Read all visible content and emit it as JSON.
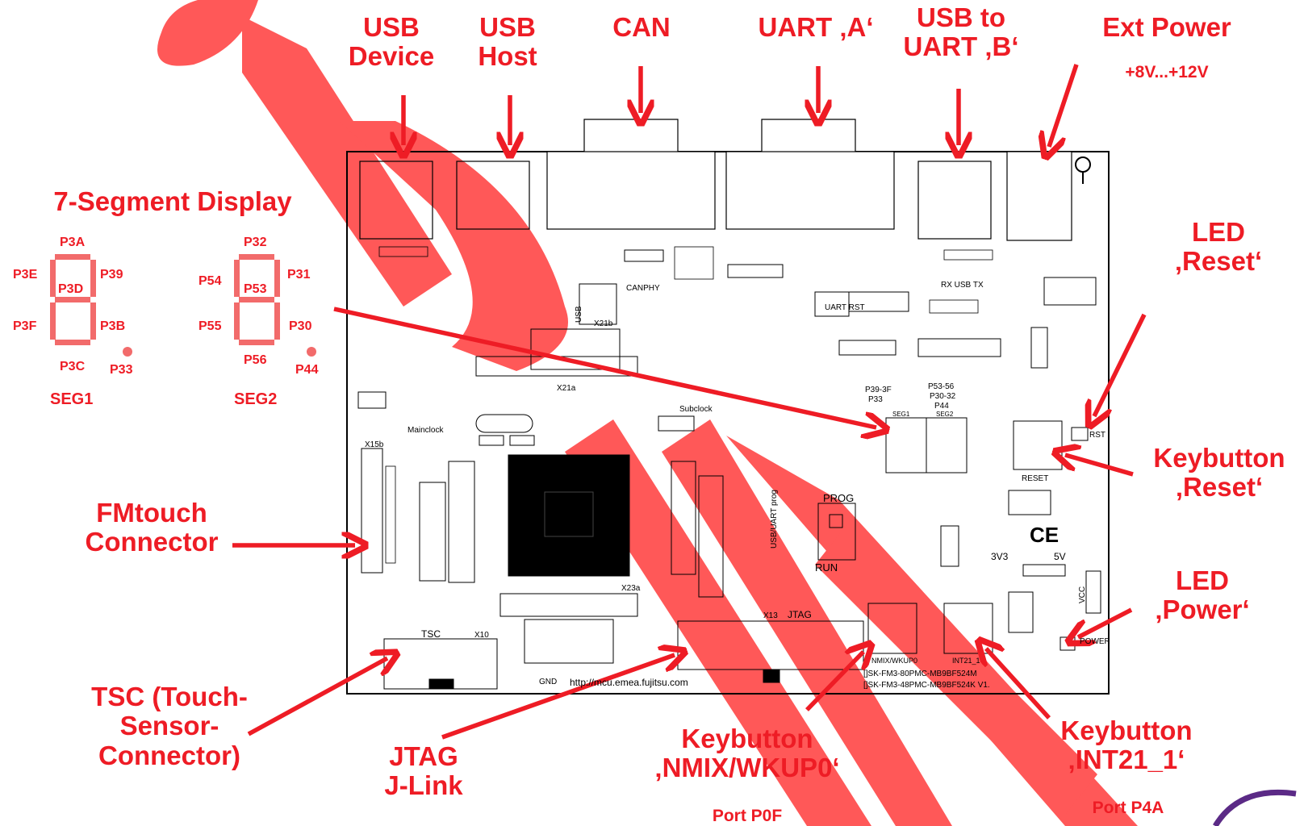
{
  "callouts": {
    "usb_device": [
      "USB",
      "Device"
    ],
    "usb_host": [
      "USB",
      "Host"
    ],
    "can": "CAN",
    "uart_a": "UART ‚A‘",
    "usb_to_uart_b": [
      "USB to",
      "UART ‚B‘"
    ],
    "ext_power": "Ext Power",
    "ext_power_voltage": "+8V...+12V",
    "seven_segment_display": "7-Segment Display",
    "led_reset": [
      "LED",
      "‚Reset‘"
    ],
    "keybutton_reset": [
      "Keybutton",
      "‚Reset‘"
    ],
    "fmtouch_connector": [
      "FMtouch",
      "Connector"
    ],
    "led_power": [
      "LED",
      "‚Power‘"
    ],
    "tsc": [
      "TSC (Touch-",
      "Sensor-",
      "Connector)"
    ],
    "jtag": [
      "JTAG",
      "J-Link"
    ],
    "keybutton_nmix": [
      "Keybutton",
      "‚NMIX/WKUP0‘"
    ],
    "port_p0f": "Port P0F",
    "keybutton_int21": [
      "Keybutton",
      "‚INT21_1‘"
    ],
    "port_p4a": "Port P4A"
  },
  "seg1": {
    "top": "P3A",
    "upper_left": "P3E",
    "upper_right": "P39",
    "middle": "P3D",
    "lower_left": "P3F",
    "lower_right": "P3B",
    "bottom": "P3C",
    "dot": "P33",
    "name": "SEG1"
  },
  "seg2": {
    "top": "P32",
    "upper_left": "P54",
    "upper_right": "P31",
    "middle": "P53",
    "lower_left": "P55",
    "lower_right": "P30",
    "bottom": "P56",
    "dot": "P44",
    "name": "SEG2"
  },
  "board": {
    "silk_usb": "USB",
    "silk_prog": "PROG",
    "silk_run": "RUN",
    "silk_reset": "RESET",
    "silk_jtag": "JTAG",
    "silk_tsc": "TSC",
    "silk_power": "POWER",
    "silk_rst": "RST",
    "silk_gnd": "GND",
    "silk_vcc": "VCC",
    "silk_3v3": "3V3",
    "silk_5v": "5V",
    "silk_mainclock": "Mainclock",
    "silk_subclock": "Subclock",
    "silk_seg1": "SEG1",
    "silk_seg2": "SEG2",
    "silk_seg1_ports": "P39-3F",
    "silk_seg1_port_b": "P33",
    "silk_seg2_ports": "P53-56",
    "silk_seg2_port_b": "P30-32",
    "silk_seg2_port_c": "P44",
    "silk_rx_usb_tx": "RX  USB  TX",
    "silk_uart_rst": "UART RST",
    "silk_url": "http://mcu.emea.fujitsu.com",
    "silk_model1": "[]SK-FM3-80PMC-MB9BF524M",
    "silk_model2": "[]SK-FM3-48PMC-MB9BF524K V1.",
    "silk_nmix": "NMIX/WKUP0",
    "silk_int21": "INT21_1",
    "silk_usb_uart_prog": "USB/UART prog",
    "silk_ce": "CE",
    "silk_canphy": "CANPHY",
    "silk_x15b": "X15b",
    "silk_x10": "X10",
    "silk_x13": "X13",
    "silk_x23a": "X23a",
    "silk_x21b": "X21b",
    "silk_x21a": "X21a"
  },
  "colors": {
    "accent": "#ee1c25",
    "segment": "#f26b6b",
    "watermark": "#ff4d4d",
    "board_black": "#000000"
  }
}
